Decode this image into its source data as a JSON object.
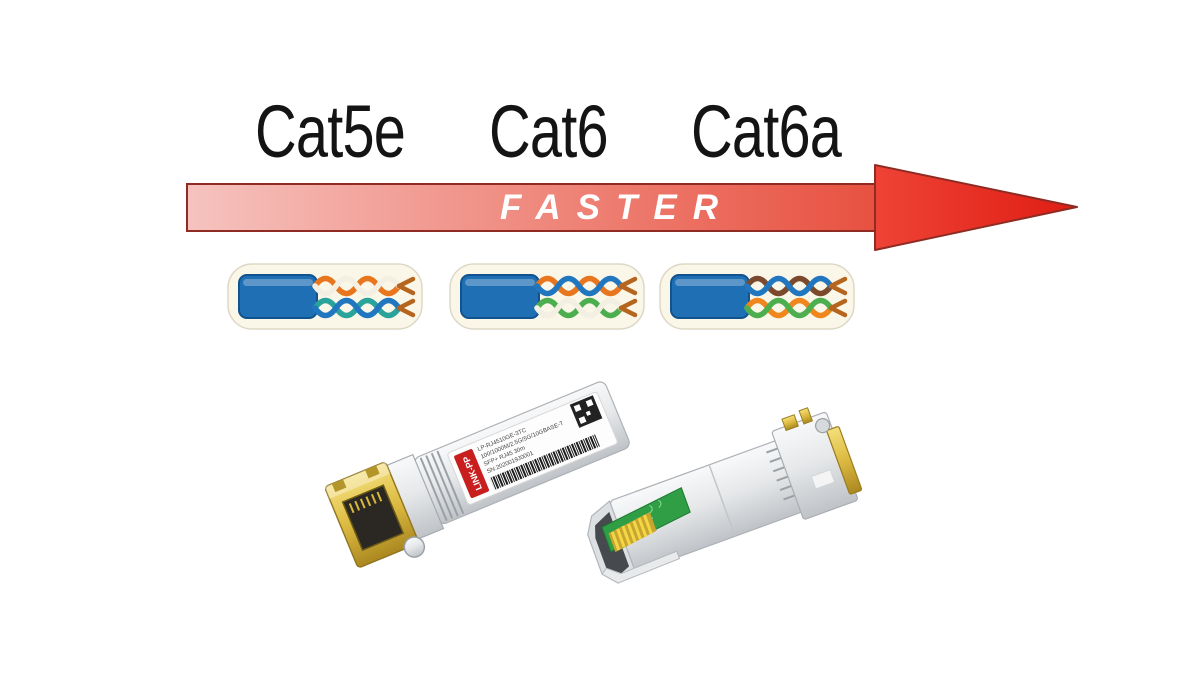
{
  "categories": {
    "items": [
      {
        "label": "Cat5e"
      },
      {
        "label": "Cat6"
      },
      {
        "label": "Cat6a"
      }
    ]
  },
  "arrow": {
    "label": "FASTER",
    "text_color": "#ffffff",
    "gradient_start": "#f6c3bf",
    "gradient_mid": "#ee8478",
    "gradient_end": "#e85140",
    "head_start": "#ee4336",
    "head_end": "#e01d14",
    "outline_color": "#8f2b22"
  },
  "cables": {
    "card_bg": "#faf6e8",
    "card_border": "#ddd8c6",
    "jacket_color": "#1f6fb4",
    "jacket_dark": "#11538f",
    "tip_color": "#b5651d",
    "items": [
      {
        "name": "cat5e-cable",
        "pairs": [
          [
            "#e8761e",
            "#f3efe2"
          ],
          [
            "#2aa39b",
            "#2176c0"
          ]
        ]
      },
      {
        "name": "cat6-cable",
        "pairs": [
          [
            "#e8761e",
            "#2176c0"
          ],
          [
            "#4cae4f",
            "#f3efe2"
          ]
        ]
      },
      {
        "name": "cat6a-cable",
        "pairs": [
          [
            "#7b4a2d",
            "#2176c0"
          ],
          [
            "#f0871e",
            "#4cae4f"
          ]
        ]
      }
    ]
  },
  "transceivers": {
    "left_module": {
      "label": {
        "logo": "LINK-PP",
        "logo_bg": "#c81e1e",
        "line1": "LP-RJ4510GE-3TC",
        "line2": "100/1000M/2.5G/5G/10GBASE-T",
        "line3": "SFP+ RJ45 30m",
        "line4": "SN:2020019J0001"
      }
    }
  }
}
